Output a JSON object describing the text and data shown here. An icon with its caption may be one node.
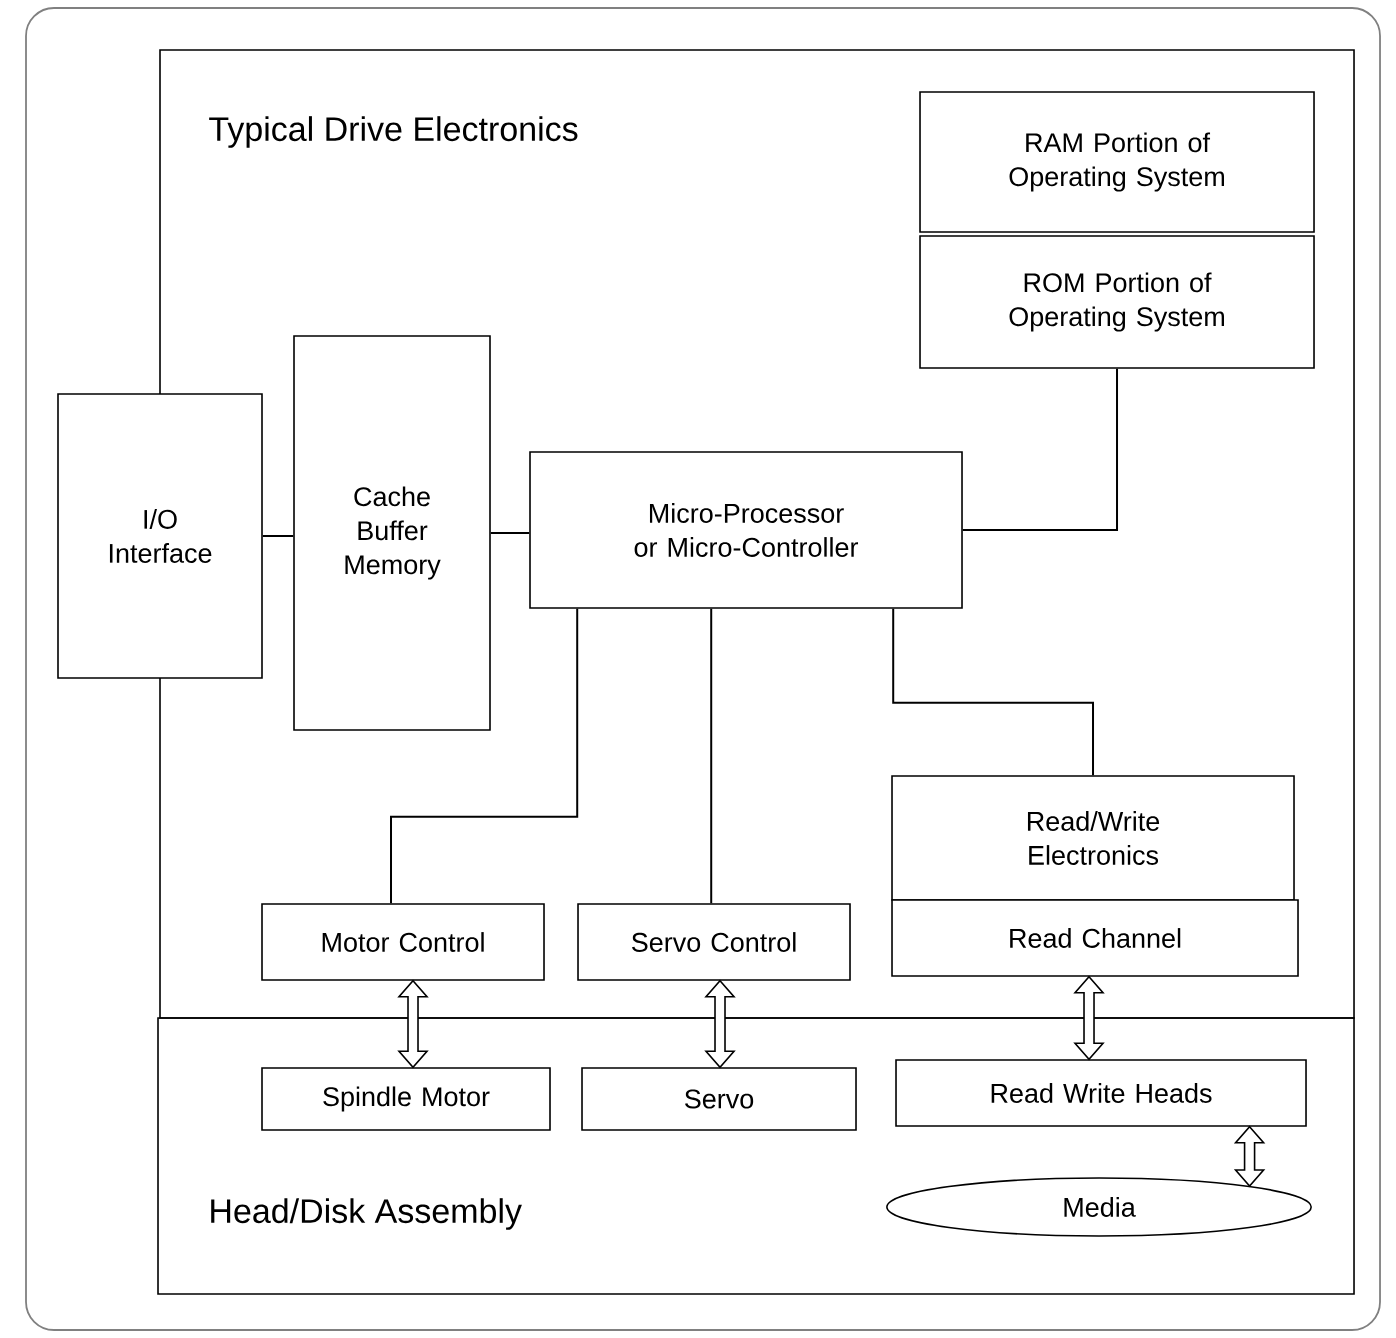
{
  "diagram": {
    "nodes": [
      {
        "text": [
          "Typical Drive Electronics"
        ]
      },
      {
        "text": [
          "RAM Portion of Operating System"
        ],
        "in": 0
      },
      {
        "text": [
          "ROM Portion of Operating System"
        ],
        "in": 0
      },
      {
        "text": [
          "I/O Interface"
        ]
      },
      {
        "text": [
          "Cache Buffer Memory"
        ],
        "in": 0
      },
      {
        "text": [
          "Micro-Processor or Micro-Controller"
        ],
        "in": 0
      },
      {
        "text": [
          "Read/Write Electronics"
        ],
        "in": 0
      },
      {
        "text": [
          "Read Channel"
        ],
        "in": 0
      },
      {
        "text": [
          "Motor Control"
        ],
        "in": 0
      },
      {
        "text": [
          "Servo Control"
        ],
        "in": 0
      },
      {
        "text": [
          "Head/Disk Assembly"
        ]
      },
      {
        "text": [
          "Spindle Motor"
        ],
        "in": 10
      },
      {
        "text": [
          "Servo"
        ],
        "in": 10
      },
      {
        "text": [
          "Read Write Heads"
        ],
        "in": 10
      },
      {
        "text": [
          "Media"
        ],
        "in": 10
      }
    ],
    "edges": [
      {
        "from": 3,
        "to": 4,
        "arrow": "none"
      },
      {
        "from": 4,
        "to": 5,
        "arrow": "none"
      },
      {
        "from": 5,
        "to": 2,
        "arrow": "none"
      },
      {
        "from": 5,
        "to": 8,
        "arrow": "none"
      },
      {
        "from": 5,
        "to": 9,
        "arrow": "none"
      },
      {
        "from": 5,
        "to": 6,
        "arrow": "none"
      },
      {
        "from": 8,
        "to": 11,
        "arrow": "both",
        "style": "thick"
      },
      {
        "from": 9,
        "to": 12,
        "arrow": "both",
        "style": "thick"
      },
      {
        "from": 7,
        "to": 13,
        "arrow": "both",
        "style": "thick"
      },
      {
        "from": 13,
        "to": 14,
        "arrow": "both",
        "style": "thick"
      }
    ]
  }
}
